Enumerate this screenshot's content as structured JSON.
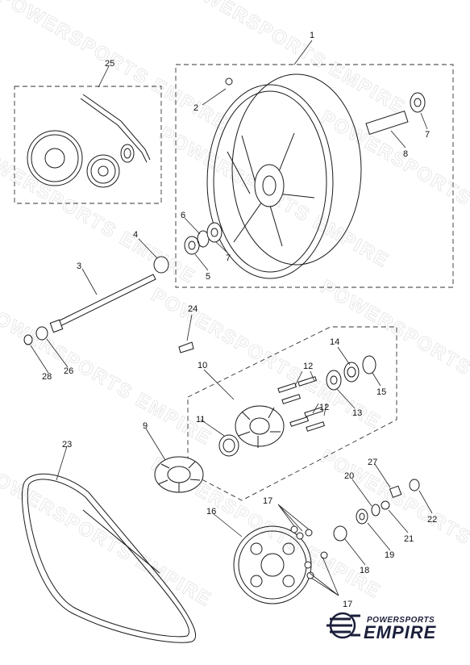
{
  "watermark": {
    "text": "POWERSPORTS EMPIRE"
  },
  "callouts": [
    "1",
    "2",
    "3",
    "4",
    "5",
    "6",
    "7",
    "7",
    "8",
    "9",
    "10",
    "11",
    "12",
    "12",
    "13",
    "14",
    "15",
    "16",
    "17",
    "17",
    "18",
    "19",
    "20",
    "21",
    "22",
    "23",
    "24",
    "25",
    "26",
    "27",
    "28"
  ],
  "logo": {
    "top": "POWERSPORTS",
    "main": "EMPIRE",
    "color": "#1b1f3a"
  }
}
